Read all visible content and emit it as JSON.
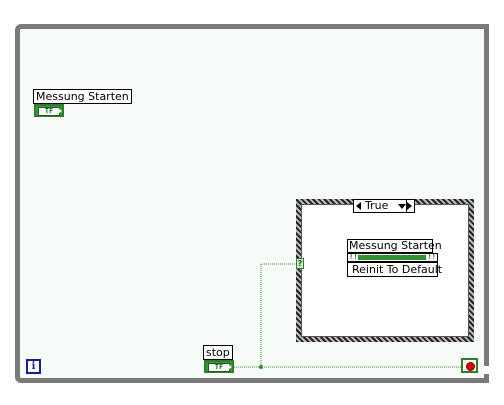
{
  "diagram": {
    "control_messung": {
      "label": "Messung Starten",
      "terminal_text": "TF"
    },
    "control_stop": {
      "label": "stop",
      "terminal_text": "TF"
    },
    "case_structure": {
      "selector_value": "True",
      "selector_terminal_text": "?"
    },
    "property_node": {
      "name": "Messung Starten",
      "error_in": "!!",
      "error_out": "!!",
      "method": "Reinit To Default"
    },
    "iteration_terminal_text": "i"
  },
  "colors": {
    "boolean_wire": "#2f8f2f",
    "loop_border": "#7a7a7a",
    "iteration_blue": "#1a1a9a",
    "stop_red": "#e00000"
  }
}
